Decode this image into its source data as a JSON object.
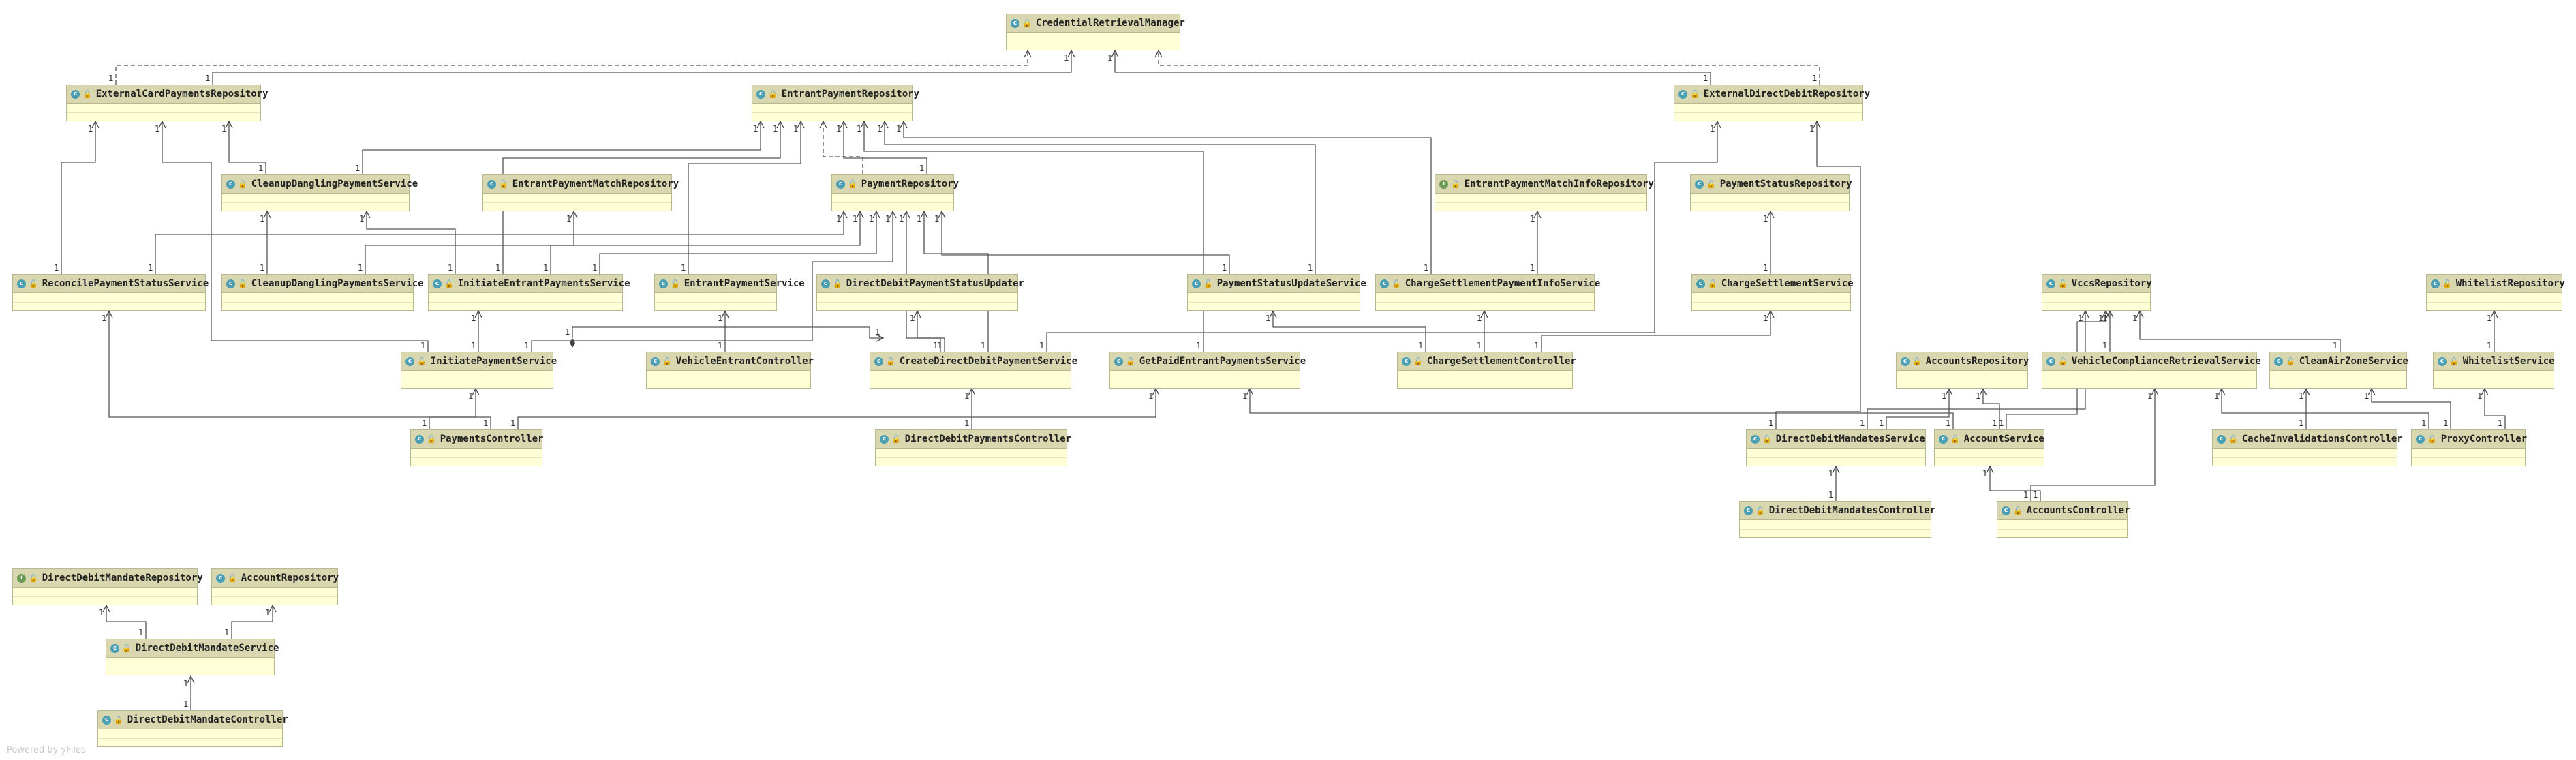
{
  "diagram": {
    "nodes": [
      {
        "id": "CredentialRetrievalManager",
        "kind": "class"
      },
      {
        "id": "ExternalCardPaymentsRepository",
        "kind": "class"
      },
      {
        "id": "EntrantPaymentRepository",
        "kind": "class"
      },
      {
        "id": "ExternalDirectDebitRepository",
        "kind": "class"
      },
      {
        "id": "CleanupDanglingPaymentService",
        "kind": "class"
      },
      {
        "id": "EntrantPaymentMatchRepository",
        "kind": "class"
      },
      {
        "id": "PaymentRepository",
        "kind": "class"
      },
      {
        "id": "EntrantPaymentMatchInfoRepository",
        "kind": "interface"
      },
      {
        "id": "PaymentStatusRepository",
        "kind": "class"
      },
      {
        "id": "ReconcilePaymentStatusService",
        "kind": "class"
      },
      {
        "id": "CleanupDanglingPaymentsService",
        "kind": "class"
      },
      {
        "id": "InitiateEntrantPaymentsService",
        "kind": "class"
      },
      {
        "id": "EntrantPaymentService",
        "kind": "class"
      },
      {
        "id": "DirectDebitPaymentStatusUpdater",
        "kind": "class"
      },
      {
        "id": "PaymentStatusUpdateService",
        "kind": "class"
      },
      {
        "id": "ChargeSettlementPaymentInfoService",
        "kind": "class"
      },
      {
        "id": "ChargeSettlementService",
        "kind": "class"
      },
      {
        "id": "VccsRepository",
        "kind": "class"
      },
      {
        "id": "WhitelistRepository",
        "kind": "class"
      },
      {
        "id": "InitiatePaymentService",
        "kind": "class"
      },
      {
        "id": "VehicleEntrantController",
        "kind": "class"
      },
      {
        "id": "CreateDirectDebitPaymentService",
        "kind": "class"
      },
      {
        "id": "GetPaidEntrantPaymentsService",
        "kind": "class"
      },
      {
        "id": "ChargeSettlementController",
        "kind": "class"
      },
      {
        "id": "AccountsRepository",
        "kind": "class"
      },
      {
        "id": "VehicleComplianceRetrievalService",
        "kind": "class"
      },
      {
        "id": "CleanAirZoneService",
        "kind": "class"
      },
      {
        "id": "WhitelistService",
        "kind": "class"
      },
      {
        "id": "PaymentsController",
        "kind": "class"
      },
      {
        "id": "DirectDebitPaymentsController",
        "kind": "class"
      },
      {
        "id": "DirectDebitMandatesService",
        "kind": "class"
      },
      {
        "id": "AccountService",
        "kind": "class"
      },
      {
        "id": "CacheInvalidationsController",
        "kind": "class"
      },
      {
        "id": "ProxyController",
        "kind": "class"
      },
      {
        "id": "DirectDebitMandatesController",
        "kind": "class"
      },
      {
        "id": "AccountsController",
        "kind": "class"
      },
      {
        "id": "DirectDebitMandateRepository",
        "kind": "interface"
      },
      {
        "id": "AccountRepository",
        "kind": "class"
      },
      {
        "id": "DirectDebitMandateService",
        "kind": "class"
      },
      {
        "id": "DirectDebitMandateController",
        "kind": "class"
      }
    ],
    "edges": [
      {
        "from": "ExternalCardPaymentsRepository",
        "to": "CredentialRetrievalManager",
        "style": "dashed",
        "label_from": "1",
        "label_to": ""
      },
      {
        "from": "ExternalCardPaymentsRepository",
        "to": "CredentialRetrievalManager",
        "style": "solid",
        "label_from": "1",
        "label_to": "1"
      },
      {
        "from": "ExternalDirectDebitRepository",
        "to": "CredentialRetrievalManager",
        "style": "dashed",
        "label_from": "1",
        "label_to": ""
      },
      {
        "from": "ExternalDirectDebitRepository",
        "to": "CredentialRetrievalManager",
        "style": "solid",
        "label_from": "1",
        "label_to": "1"
      },
      {
        "from": "ReconcilePaymentStatusService",
        "to": "ExternalCardPaymentsRepository",
        "style": "solid",
        "label_from": "1",
        "label_to": "1"
      },
      {
        "from": "CleanupDanglingPaymentService",
        "to": "ExternalCardPaymentsRepository",
        "style": "solid",
        "label_from": "1",
        "label_to": "1"
      },
      {
        "from": "InitiatePaymentService",
        "to": "ExternalCardPaymentsRepository",
        "style": "solid",
        "label_from": "1",
        "label_to": "1"
      },
      {
        "from": "CleanupDanglingPaymentService",
        "to": "EntrantPaymentRepository",
        "style": "solid",
        "label_from": "1",
        "label_to": "1"
      },
      {
        "from": "InitiateEntrantPaymentsService",
        "to": "EntrantPaymentRepository",
        "style": "solid",
        "label_from": "1",
        "label_to": "1"
      },
      {
        "from": "EntrantPaymentService",
        "to": "EntrantPaymentRepository",
        "style": "solid",
        "label_from": "1",
        "label_to": "1"
      },
      {
        "from": "PaymentRepository",
        "to": "EntrantPaymentRepository",
        "style": "dashed",
        "label_from": "",
        "label_to": ""
      },
      {
        "from": "PaymentRepository",
        "to": "EntrantPaymentRepository",
        "style": "solid",
        "label_from": "1",
        "label_to": "1"
      },
      {
        "from": "GetPaidEntrantPaymentsService",
        "to": "EntrantPaymentRepository",
        "style": "solid",
        "label_from": "1",
        "label_to": "1"
      },
      {
        "from": "PaymentStatusUpdateService",
        "to": "EntrantPaymentRepository",
        "style": "solid",
        "label_from": "1",
        "label_to": "1"
      },
      {
        "from": "ChargeSettlementPaymentInfoService",
        "to": "EntrantPaymentRepository",
        "style": "solid",
        "label_from": "1",
        "label_to": "1"
      },
      {
        "from": "InitiateEntrantPaymentsService",
        "to": "EntrantPaymentMatchRepository",
        "style": "solid",
        "label_from": "1",
        "label_to": "1"
      },
      {
        "from": "InitiateEntrantPaymentsService",
        "to": "CleanupDanglingPaymentService",
        "style": "solid",
        "label_from": "1",
        "label_to": "1"
      },
      {
        "from": "CleanupDanglingPaymentsService",
        "to": "CleanupDanglingPaymentService",
        "style": "solid",
        "label_from": "1",
        "label_to": "1"
      },
      {
        "from": "ReconcilePaymentStatusService",
        "to": "PaymentRepository",
        "style": "solid",
        "label_from": "1",
        "label_to": "1"
      },
      {
        "from": "CleanupDanglingPaymentsService",
        "to": "PaymentRepository",
        "style": "solid",
        "label_from": "1",
        "label_to": "1"
      },
      {
        "from": "InitiateEntrantPaymentsService",
        "to": "PaymentRepository",
        "style": "solid",
        "label_from": "1",
        "label_to": "1"
      },
      {
        "from": "InitiatePaymentService",
        "to": "PaymentRepository",
        "style": "solid",
        "label_from": "1",
        "label_to": "1"
      },
      {
        "from": "DirectDebitPaymentStatusUpdater",
        "to": "PaymentRepository",
        "style": "solid",
        "label_from": "1",
        "label_to": "1"
      },
      {
        "from": "CreateDirectDebitPaymentService",
        "to": "PaymentRepository",
        "style": "solid",
        "label_from": "1",
        "label_to": "1"
      },
      {
        "from": "PaymentStatusUpdateService",
        "to": "PaymentRepository",
        "style": "solid",
        "label_from": "1",
        "label_to": "1"
      },
      {
        "from": "ChargeSettlementPaymentInfoService",
        "to": "EntrantPaymentMatchInfoRepository",
        "style": "solid",
        "label_from": "1",
        "label_to": "1"
      },
      {
        "from": "ChargeSettlementService",
        "to": "PaymentStatusRepository",
        "style": "solid",
        "label_from": "1",
        "label_to": "1"
      },
      {
        "from": "InitiatePaymentService",
        "to": "InitiateEntrantPaymentsService",
        "style": "solid",
        "label_from": "1",
        "label_to": "1"
      },
      {
        "from": "VehicleEntrantController",
        "to": "EntrantPaymentService",
        "style": "solid",
        "label_from": "1",
        "label_to": "1"
      },
      {
        "from": "CreateDirectDebitPaymentService",
        "to": "DirectDebitPaymentStatusUpdater",
        "style": "solid",
        "label_from": "1",
        "label_to": "1"
      },
      {
        "from": "CreateDirectDebitPaymentService",
        "to": "InitiateEntrantPaymentsService",
        "style": "solid",
        "label_from": "1",
        "label_to": "1"
      },
      {
        "from": "CreateDirectDebitPaymentService",
        "to": "ExternalDirectDebitRepository",
        "style": "solid",
        "label_from": "1",
        "label_to": "1"
      },
      {
        "from": "ChargeSettlementController",
        "to": "ChargeSettlementPaymentInfoService",
        "style": "solid",
        "label_from": "1",
        "label_to": "1"
      },
      {
        "from": "ChargeSettlementController",
        "to": "PaymentStatusUpdateService",
        "style": "solid",
        "label_from": "1",
        "label_to": "1"
      },
      {
        "from": "ChargeSettlementController",
        "to": "ChargeSettlementService",
        "style": "solid",
        "label_from": "1",
        "label_to": "1"
      },
      {
        "from": "PaymentsController",
        "to": "InitiatePaymentService",
        "style": "solid",
        "label_from": "1",
        "label_to": "1"
      },
      {
        "from": "PaymentsController",
        "to": "ReconcilePaymentStatusService",
        "style": "solid",
        "label_from": "1",
        "label_to": "1"
      },
      {
        "from": "PaymentsController",
        "to": "GetPaidEntrantPaymentsService",
        "style": "solid",
        "label_from": "1",
        "label_to": "1"
      },
      {
        "from": "DirectDebitPaymentsController",
        "to": "CreateDirectDebitPaymentService",
        "style": "solid",
        "label_from": "1",
        "label_to": "1"
      },
      {
        "from": "DirectDebitMandatesService",
        "to": "ExternalDirectDebitRepository",
        "style": "solid",
        "label_from": "1",
        "label_to": "1"
      },
      {
        "from": "DirectDebitMandatesService",
        "to": "VccsRepository",
        "style": "solid",
        "label_from": "1",
        "label_to": "1"
      },
      {
        "from": "DirectDebitMandatesService",
        "to": "AccountsRepository",
        "style": "solid",
        "label_from": "1",
        "label_to": "1"
      },
      {
        "from": "AccountService",
        "to": "AccountsRepository",
        "style": "solid",
        "label_from": "1",
        "label_to": "1"
      },
      {
        "from": "AccountService",
        "to": "VccsRepository",
        "style": "solid",
        "label_from": "1",
        "label_to": "1"
      },
      {
        "from": "AccountService",
        "to": "GetPaidEntrantPaymentsService",
        "style": "solid",
        "label_from": "1",
        "label_to": "1"
      },
      {
        "from": "VehicleComplianceRetrievalService",
        "to": "VccsRepository",
        "style": "solid",
        "label_from": "1",
        "label_to": "1"
      },
      {
        "from": "CleanAirZoneService",
        "to": "VccsRepository",
        "style": "solid",
        "label_from": "1",
        "label_to": "1"
      },
      {
        "from": "CacheInvalidationsController",
        "to": "CleanAirZoneService",
        "style": "solid",
        "label_from": "1",
        "label_to": "1"
      },
      {
        "from": "ProxyController",
        "to": "VehicleComplianceRetrievalService",
        "style": "solid",
        "label_from": "1",
        "label_to": "1"
      },
      {
        "from": "ProxyController",
        "to": "CleanAirZoneService",
        "style": "solid",
        "label_from": "1",
        "label_to": "1"
      },
      {
        "from": "ProxyController",
        "to": "WhitelistService",
        "style": "solid",
        "label_from": "1",
        "label_to": "1"
      },
      {
        "from": "WhitelistService",
        "to": "WhitelistRepository",
        "style": "solid",
        "label_from": "1",
        "label_to": "1"
      },
      {
        "from": "DirectDebitMandatesController",
        "to": "DirectDebitMandatesService",
        "style": "solid",
        "label_from": "1",
        "label_to": "1"
      },
      {
        "from": "AccountsController",
        "to": "AccountService",
        "style": "solid",
        "label_from": "1",
        "label_to": "1"
      },
      {
        "from": "AccountsController",
        "to": "VehicleComplianceRetrievalService",
        "style": "solid",
        "label_from": "1",
        "label_to": "1"
      },
      {
        "from": "DirectDebitMandateService",
        "to": "DirectDebitMandateRepository",
        "style": "solid",
        "label_from": "1",
        "label_to": "1"
      },
      {
        "from": "DirectDebitMandateService",
        "to": "AccountRepository",
        "style": "solid",
        "label_from": "1",
        "label_to": "1"
      },
      {
        "from": "DirectDebitMandateController",
        "to": "DirectDebitMandateService",
        "style": "solid",
        "label_from": "1",
        "label_to": "1"
      }
    ],
    "colors": {
      "header": "#d8d7b0",
      "body": "#fefed7",
      "border": "#b9b88c",
      "line": "#555555",
      "class_icon": "#4a9fb5",
      "interface_icon": "#6b9a52"
    }
  },
  "icons": {
    "class": "c",
    "interface": "i",
    "visibility": "🔓"
  },
  "watermark": "Powered by yFiles"
}
